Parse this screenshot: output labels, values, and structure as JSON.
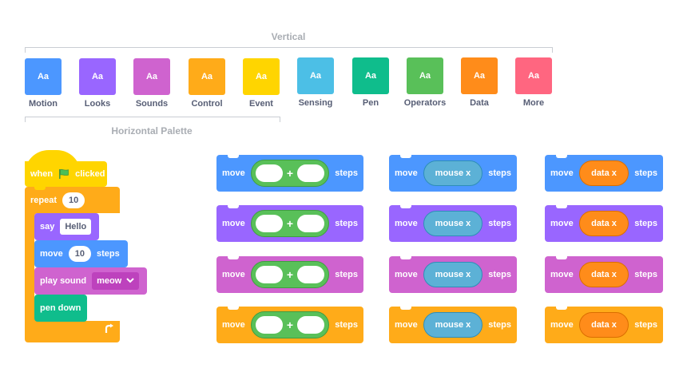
{
  "vertical_heading": "Vertical",
  "horizontal_heading": "Horizontal Palette",
  "swatch_text": "Aa",
  "categories": [
    {
      "label": "Motion",
      "color": "#4c97ff"
    },
    {
      "label": "Looks",
      "color": "#9966ff"
    },
    {
      "label": "Sounds",
      "color": "#cf63cf"
    },
    {
      "label": "Control",
      "color": "#ffab19"
    },
    {
      "label": "Event",
      "color": "#ffd500"
    },
    {
      "label": "Sensing",
      "color": "#4cbfe6"
    },
    {
      "label": "Pen",
      "color": "#0fbd8c"
    },
    {
      "label": "Operators",
      "color": "#59c059"
    },
    {
      "label": "Data",
      "color": "#ff8c1a"
    },
    {
      "label": "More",
      "color": "#ff6680"
    }
  ],
  "script": {
    "when_label": "when",
    "clicked_label": "clicked",
    "repeat_label": "repeat",
    "repeat_value": "10",
    "say_label": "say",
    "say_value": "Hello",
    "move_label": "move",
    "move_value": "10",
    "steps_label": "steps",
    "play_sound_label": "play sound",
    "sound_value": "meow",
    "pen_down_label": "pen down"
  },
  "block_grid": {
    "move_label": "move",
    "steps_label": "steps",
    "plus_label": "+",
    "mouse_label": "mouse x",
    "data_label": "data x"
  }
}
